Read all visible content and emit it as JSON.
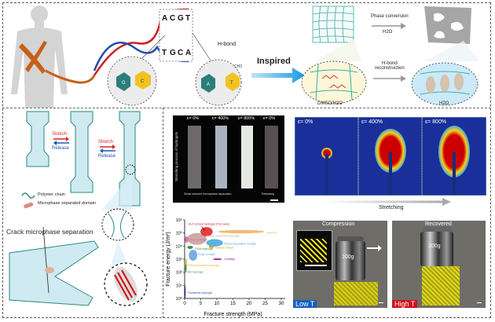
{
  "top": {
    "dna_bases_top": [
      "A",
      "C",
      "G",
      "T"
    ],
    "dna_bases_bottom": [
      "T",
      "G",
      "C",
      "A"
    ],
    "hbond_label": "H-bond",
    "pair1": [
      "G",
      "C"
    ],
    "pair2": [
      "A",
      "T"
    ],
    "pair2_methyl": "CH3",
    "inspired_label": "Inspired",
    "phase_conversion_label": "Phase conversion",
    "phase_conversion_solvent": "H2O",
    "hbond_reconstruction_label": "H-bond\nreconstruction",
    "left_ellipse_label": "DMSO/H2O",
    "right_ellipse_label": "H2O"
  },
  "schematic": {
    "stretch_label": "Stretch",
    "release_label": "Release",
    "legend": [
      {
        "label": "Polymer chain",
        "icon": "polymer-chain-icon"
      },
      {
        "label": "Microphase separated domain",
        "icon": "microphase-domain-icon"
      }
    ],
    "crack_label": "Crack microphase separation"
  },
  "photo_panel": {
    "strains": [
      "ε= 0%",
      "ε= 400%",
      "ε= 800%",
      "ε= 0%"
    ],
    "vertical_label": "Stretching process of hydrogels",
    "bottom_left": "Strain-induced microphase separation",
    "bottom_right": "Releasing"
  },
  "saxs": {
    "panels": [
      "ε= 0%",
      "ε= 400%",
      "ε= 800%"
    ],
    "arrow_label": "Stretching"
  },
  "compression": {
    "left_title": "Compression",
    "right_title": "Recovered",
    "weight_label": "100g",
    "low_t": "Low T",
    "high_t": "High T",
    "colors": {
      "low": "#1560bd",
      "high": "#d0101a"
    }
  },
  "chart_data": {
    "type": "scatter",
    "title": "",
    "xlabel": "Fracture strength (MPa)",
    "ylabel": "Fracture energy (J/m²)",
    "xlim": [
      0,
      30
    ],
    "ylim_log10": [
      0,
      6
    ],
    "x_ticks": [
      "0",
      "5",
      "10",
      "15",
      "20",
      "25",
      "30"
    ],
    "y_ticks": [
      "10⁰",
      "10¹",
      "10²",
      "10³",
      "10⁴",
      "10⁵",
      "10⁶"
    ],
    "regions": [
      {
        "name": "HA/PVA",
        "x": 17.5,
        "log_y": 5.1,
        "rx": 7.2,
        "ry": 0.13,
        "color": "#f0b464",
        "label_x": 25.5,
        "label_y": 4.95
      },
      {
        "name": "Phase-separated hydrogel",
        "x": 3.8,
        "log_y": 4.55,
        "rx": 3.0,
        "ry": 0.45,
        "color": "#c8a39b",
        "label_x": 6.8,
        "label_y": 4.72
      },
      {
        "name": "Hybrid hydrogel",
        "x": 0.6,
        "log_y": 4.5,
        "rx": 0.5,
        "ry": 0.25,
        "color": "#e060a8",
        "label_x": 0.8,
        "label_y": 4.4
      },
      {
        "name": "DLP printed hydrogel (This work)",
        "x": 6.8,
        "log_y": 5.1,
        "rx": 1.9,
        "ry": 0.35,
        "color": "#e5262a",
        "label_x": 1.2,
        "label_y": 5.6
      },
      {
        "name": "Phase-separation ionogel",
        "x": 9.3,
        "log_y": 4.25,
        "rx": 2.6,
        "ry": 0.28,
        "color": "#4aa8e0",
        "label_x": 12.2,
        "label_y": 4.1
      },
      {
        "name": "Natural rubber",
        "x": 8.3,
        "log_y": 3.95,
        "rx": 0.8,
        "ry": 0.1,
        "color": "#c9a030",
        "label_x": 9.6,
        "label_y": 3.82
      },
      {
        "name": "PDM hydrogel",
        "x": 1.7,
        "log_y": 3.9,
        "rx": 0.9,
        "ry": 0.12,
        "color": "#2a8a2a",
        "label_x": 3.3,
        "label_y": 3.72
      },
      {
        "name": "Tough ionogel",
        "x": 2.6,
        "log_y": 3.3,
        "rx": 1.3,
        "ry": 0.42,
        "color": "#6aa4e4",
        "label_x": 4.0,
        "label_y": 3.3
      },
      {
        "name": "Cartilage",
        "x": 10.2,
        "log_y": 3.0,
        "rx": 1.4,
        "ry": 0.07,
        "color": "#9a2a8c",
        "label_x": 12.2,
        "label_y": 2.95
      },
      {
        "name": "Polyelectrolytes hydrogel",
        "x": 0.5,
        "log_y": 2.75,
        "rx": 0.25,
        "ry": 0.3,
        "color": "#e0c030",
        "label_x": 1.0,
        "label_y": 2.45
      },
      {
        "name": "DN hydrogel",
        "x": 0.4,
        "log_y": 2.3,
        "rx": 0.15,
        "ry": 0.35,
        "color": "#3a9a3a",
        "label_x": 0.9,
        "label_y": 1.95
      },
      {
        "name": "Traditional hydrogel",
        "x": 0.1,
        "log_y": 0.5,
        "rx": 0.1,
        "ry": 0.5,
        "color": "#3050c0",
        "label_x": 0.9,
        "label_y": 0.35
      }
    ]
  }
}
